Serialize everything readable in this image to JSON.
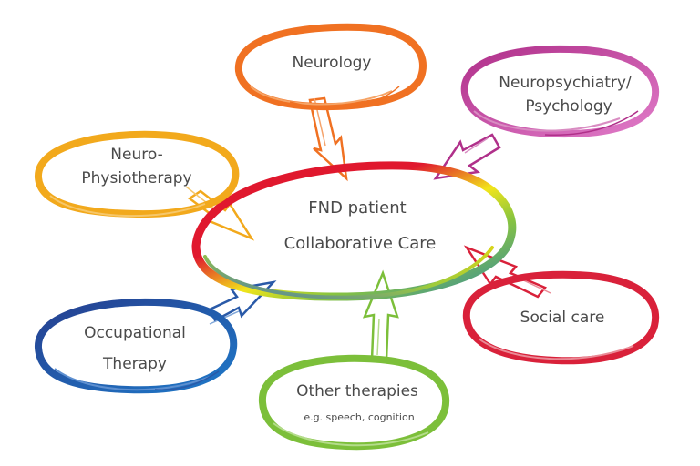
{
  "center": {
    "line1": "FND patient",
    "line2": "Collaborative Care",
    "colors": [
      "#e0182e",
      "#f2e51a",
      "#8ac53e",
      "#2e87a8",
      "#6a5aa6"
    ]
  },
  "nodes": {
    "neurology": {
      "label": "Neurology",
      "color": "#f07122"
    },
    "neuropsychiatry": {
      "line1": "Neuropsychiatry/",
      "line2": "Psychology",
      "color": "#c33f9a"
    },
    "neurophysio": {
      "line1": "Neuro-",
      "line2": "Physiotherapy",
      "color": "#f2a91c"
    },
    "occupational": {
      "line1": "Occupational",
      "line2": "Therapy",
      "color": "#2a5aa8"
    },
    "social": {
      "label": "Social care",
      "color": "#d9213a"
    },
    "other": {
      "line1": "Other therapies",
      "line2": "e.g. speech, cognition",
      "color": "#7cbf3a"
    }
  }
}
